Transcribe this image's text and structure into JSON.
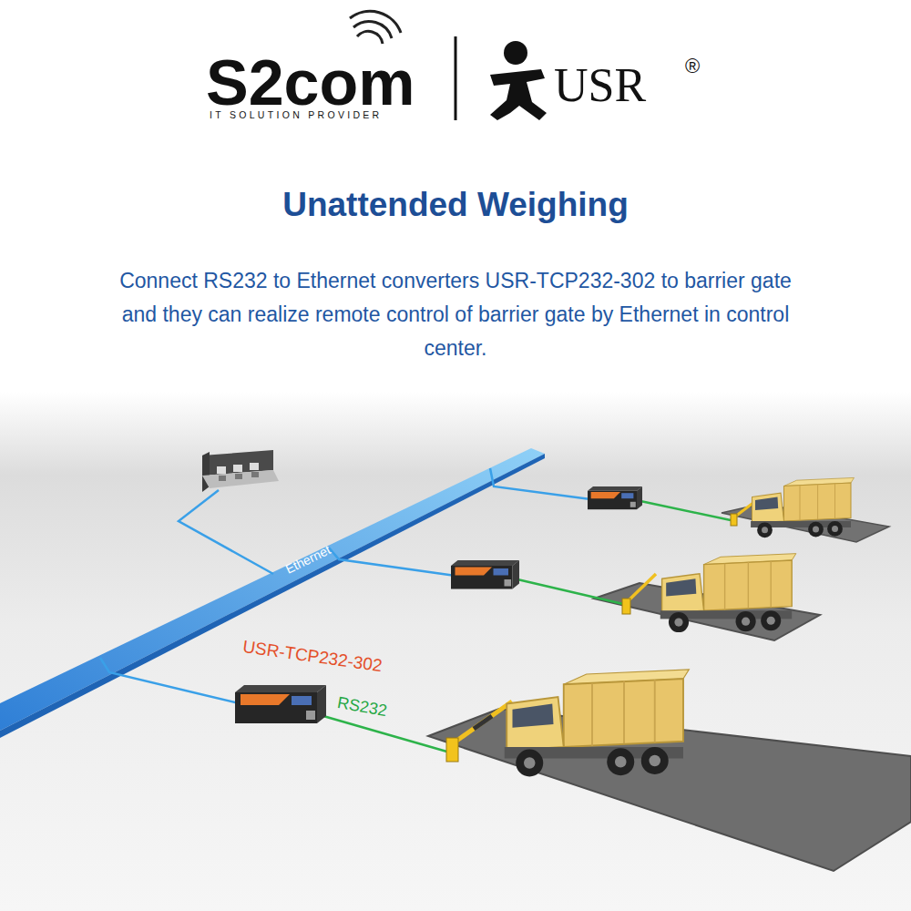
{
  "diagram": {
    "title": "Unattended Weighing",
    "caption": "Connect RS232 to Ethernet converters USR-TCP232-302 to barrier gate and they can realize remote control of barrier gate by Ethernet in control center.",
    "labels": [
      "S2com",
      "IT SOLUTION PROVIDER",
      "USR",
      "®",
      "Ethernet",
      "USR-TCP232-302",
      "RS232"
    ]
  }
}
